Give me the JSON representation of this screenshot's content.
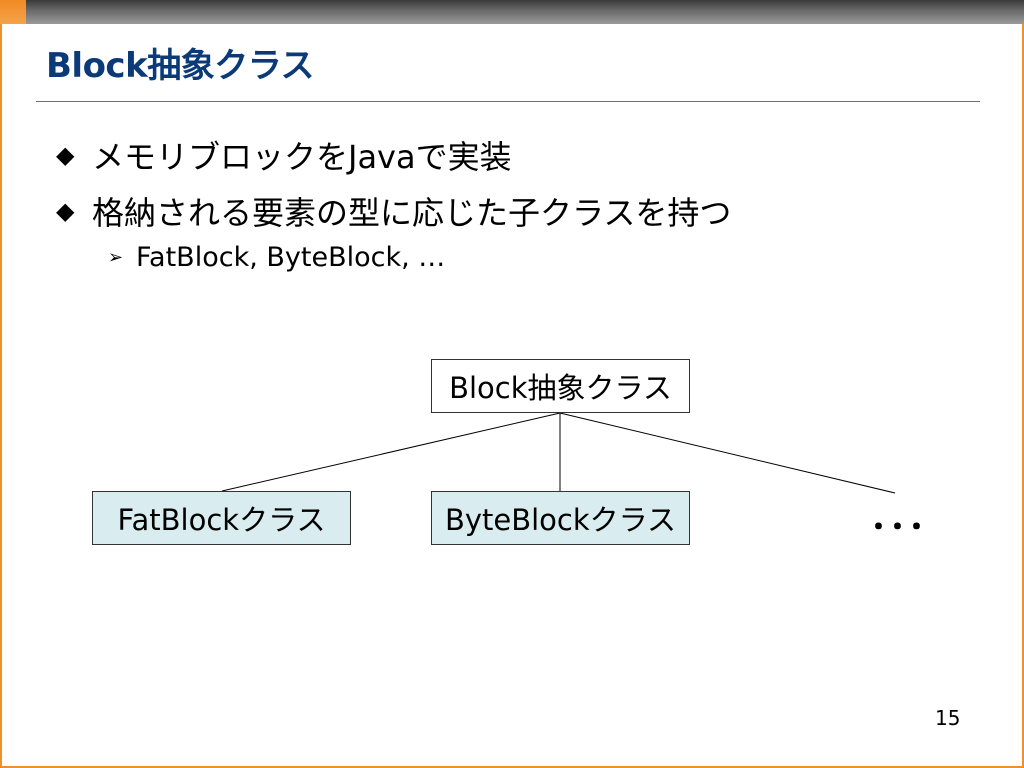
{
  "slide": {
    "title": "Block抽象クラス",
    "bullets": [
      {
        "text": "メモリブロックをJavaで実装"
      },
      {
        "text": "格納される要素の型に応じた子クラスを持つ"
      }
    ],
    "sub_bullets": [
      {
        "text": "FatBlock, ByteBlock, …"
      }
    ],
    "diagram": {
      "parent": "Block抽象クラス",
      "children": [
        "FatBlockクラス",
        "ByteBlockクラス"
      ],
      "more": "･･･"
    },
    "page_number": "15"
  },
  "colors": {
    "title": "#0b3a78",
    "accent": "#f08a24",
    "child_box_fill": "#d9ecef"
  }
}
